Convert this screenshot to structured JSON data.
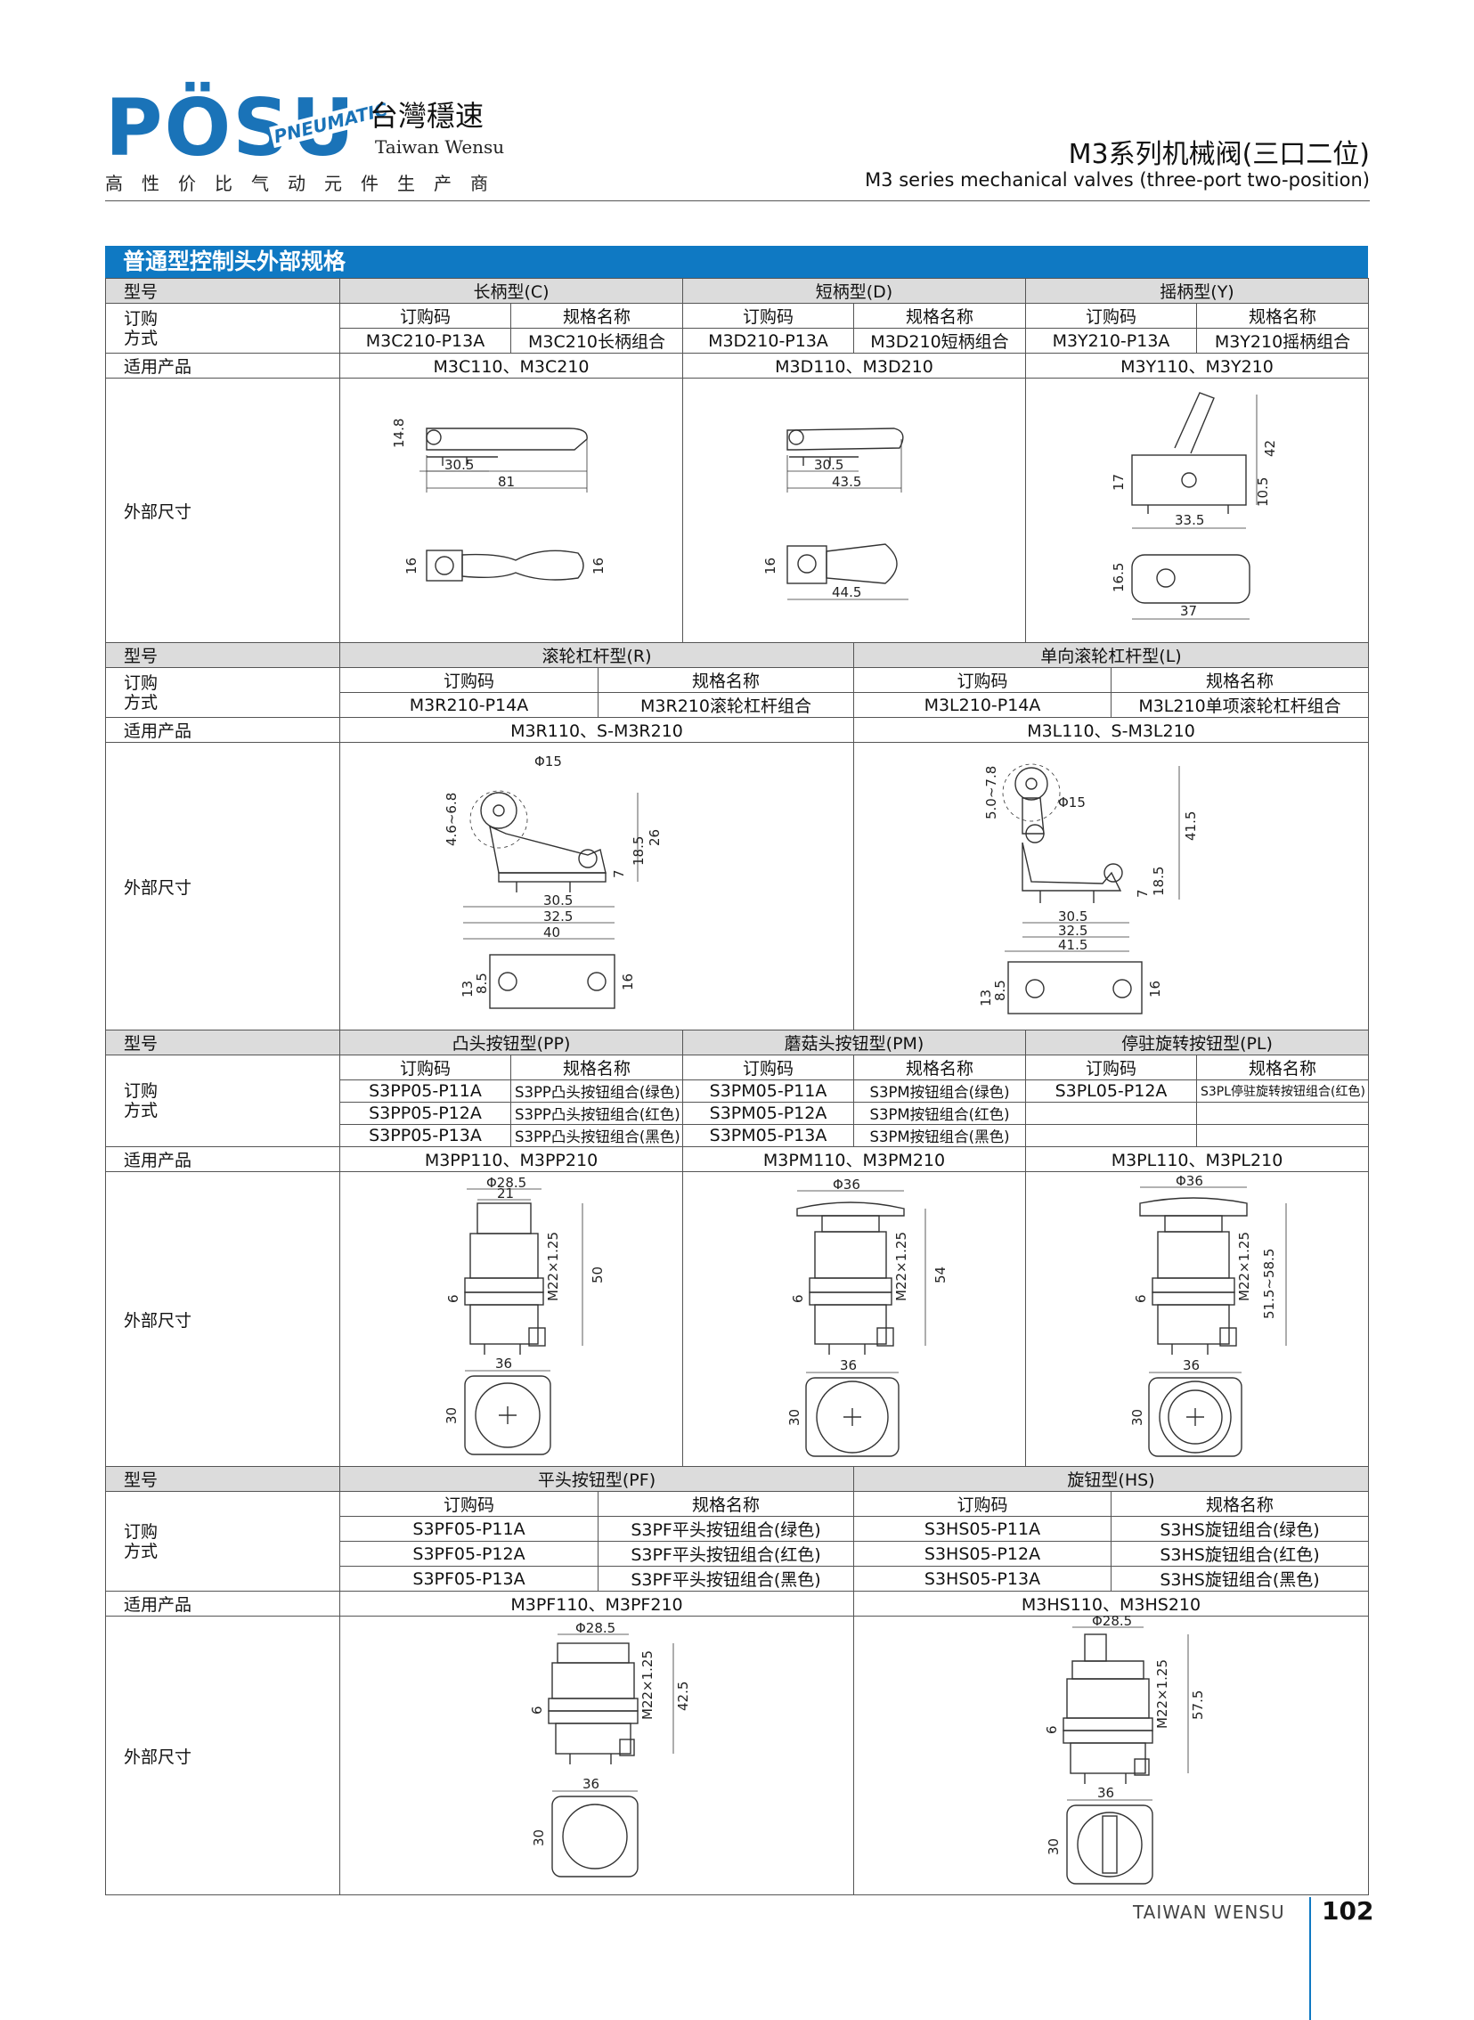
{
  "header": {
    "logo": "PÖSU",
    "logo_pneumatic": "PNEUMATIC",
    "brand_cn": "台灣穩速",
    "brand_en": "Taiwan Wensu",
    "slogan": "高性价比气动元件生产商",
    "title_cn": "M3系列机械阀(三口二位)",
    "title_en": "M3 series mechanical valves (three-port two-position)"
  },
  "section_title": "普通型控制头外部规格",
  "labels": {
    "model": "型号",
    "order_1": "订购",
    "order_2": "方式",
    "products": "适用产品",
    "dims": "外部尺寸",
    "code": "订购码",
    "spec": "规格名称"
  },
  "block1": {
    "models": [
      "长柄型(C)",
      "短柄型(D)",
      "摇柄型(Y)"
    ],
    "rows": [
      [
        "M3C210-P13A",
        "M3C210长柄组合",
        "M3D210-P13A",
        "M3D210短柄组合",
        "M3Y210-P13A",
        "M3Y210摇柄组合"
      ]
    ],
    "products": [
      "M3C110、M3C210",
      "M3D110、M3D210",
      "M3Y110、M3Y210"
    ],
    "dims": {
      "c": [
        "14.8",
        "30.5",
        "81",
        "16",
        "16"
      ],
      "d": [
        "30.5",
        "43.5",
        "16",
        "44.5"
      ],
      "y": [
        "42",
        "17",
        "10.5",
        "33.5",
        "16.5",
        "37"
      ]
    }
  },
  "block2": {
    "models": [
      "滚轮杠杆型(R)",
      "单向滚轮杠杆型(L)"
    ],
    "rows": [
      [
        "M3R210-P14A",
        "M3R210滚轮杠杆组合",
        "M3L210-P14A",
        "M3L210单项滚轮杠杆组合"
      ]
    ],
    "products": [
      "M3R110、S-M3R210",
      "M3L110、S-M3L210"
    ],
    "dims": {
      "r": [
        "Φ15",
        "4.6~6.8",
        "26",
        "18.5",
        "7",
        "30.5",
        "32.5",
        "40",
        "13",
        "8.5",
        "16"
      ],
      "l": [
        "5.0~7.8",
        "Φ15",
        "41.5",
        "18.5",
        "7",
        "30.5",
        "32.5",
        "41.5",
        "13",
        "8.5",
        "16"
      ]
    }
  },
  "block3": {
    "models": [
      "凸头按钮型(PP)",
      "蘑菇头按钮型(PM)",
      "停驻旋转按钮型(PL)"
    ],
    "rows": [
      [
        "S3PP05-P11A",
        "S3PP凸头按钮组合(绿色)",
        "S3PM05-P11A",
        "S3PM按钮组合(绿色)",
        "S3PL05-P12A",
        "S3PL停驻旋转按钮组合(红色)"
      ],
      [
        "S3PP05-P12A",
        "S3PP凸头按钮组合(红色)",
        "S3PM05-P12A",
        "S3PM按钮组合(红色)",
        "",
        ""
      ],
      [
        "S3PP05-P13A",
        "S3PP凸头按钮组合(黑色)",
        "S3PM05-P13A",
        "S3PM按钮组合(黑色)",
        "",
        ""
      ]
    ],
    "products": [
      "M3PP110、M3PP210",
      "M3PM110、M3PM210",
      "M3PL110、M3PL210"
    ],
    "dims": {
      "pp": [
        "Φ28.5",
        "21",
        "M22×1.25",
        "50",
        "6",
        "36",
        "30"
      ],
      "pm": [
        "Φ36",
        "M22×1.25",
        "54",
        "6",
        "36",
        "30"
      ],
      "pl": [
        "Φ36",
        "M22×1.25",
        "51.5~58.5",
        "6",
        "36",
        "30"
      ]
    }
  },
  "block4": {
    "models": [
      "平头按钮型(PF)",
      "旋钮型(HS)"
    ],
    "rows": [
      [
        "S3PF05-P11A",
        "S3PF平头按钮组合(绿色)",
        "S3HS05-P11A",
        "S3HS旋钮组合(绿色)"
      ],
      [
        "S3PF05-P12A",
        "S3PF平头按钮组合(红色)",
        "S3HS05-P12A",
        "S3HS旋钮组合(红色)"
      ],
      [
        "S3PF05-P13A",
        "S3PF平头按钮组合(黑色)",
        "S3HS05-P13A",
        "S3HS旋钮组合(黑色)"
      ]
    ],
    "products": [
      "M3PF110、M3PF210",
      "M3HS110、M3HS210"
    ],
    "dims": {
      "pf": [
        "Φ28.5",
        "M22×1.25",
        "42.5",
        "6",
        "36",
        "30"
      ],
      "hs": [
        "Φ28.5",
        "M22×1.25",
        "57.5",
        "6",
        "36",
        "30"
      ]
    }
  },
  "footer": {
    "company": "TAIWAN WENSU",
    "page": "102"
  }
}
